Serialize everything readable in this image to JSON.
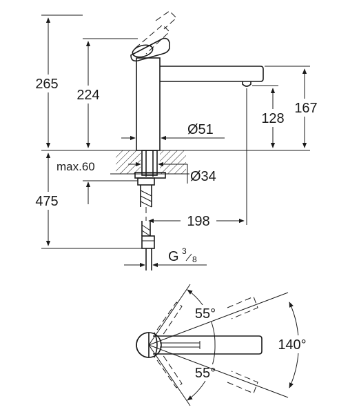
{
  "dimensions": {
    "total_height_above": "265",
    "lever_height": "224",
    "spout_height": "167",
    "outlet_height": "128",
    "base_diameter": "Ø51",
    "hole_diameter": "Ø34",
    "max_mount": "max.60",
    "below_length": "475",
    "spout_reach": "198",
    "thread_G": "G",
    "thread_num": "3",
    "thread_den": "8"
  },
  "angles": {
    "lever_up": "55°",
    "lever_down": "55°",
    "spout_swivel": "140°"
  }
}
